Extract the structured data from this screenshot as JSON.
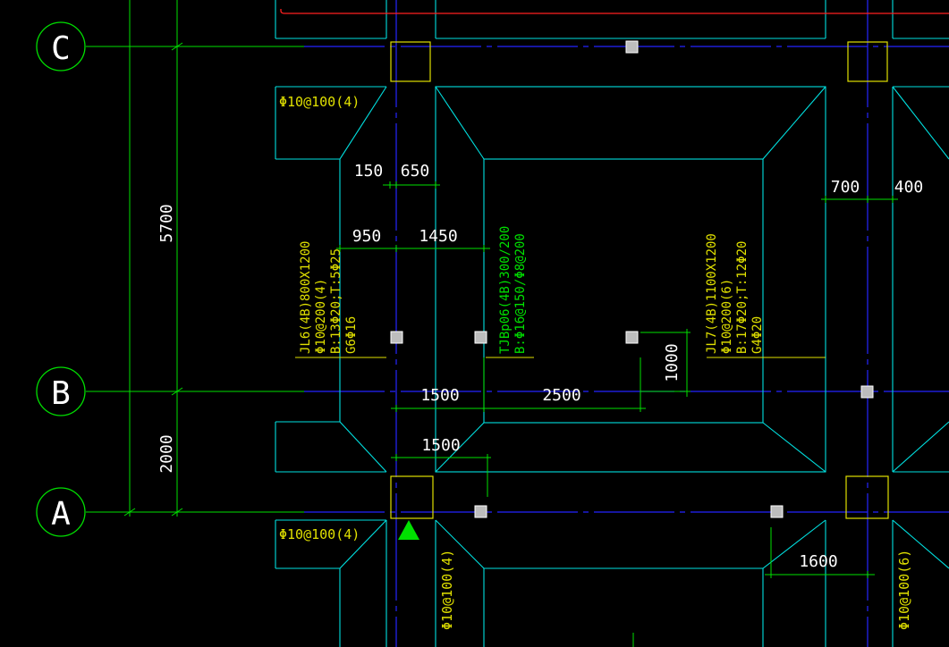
{
  "colors": {
    "background": "#000000",
    "axis": "#2424ff",
    "outline": "#00e0e0",
    "dimension": "#00e000",
    "annotation": "#e0e000",
    "grid_bubble": "#00e000",
    "marker": "#00e000",
    "cursor": "#ff2020",
    "node": "#bdbdbd"
  },
  "axes": {
    "A": "A",
    "B": "B",
    "C": "C"
  },
  "dims": {
    "d5700": "5700",
    "d2000": "2000",
    "d150": "150",
    "d650": "650",
    "d950": "950",
    "d1450": "1450",
    "d1500a": "1500",
    "d2500": "2500",
    "d1500b": "1500",
    "d1000": "1000",
    "d700": "700",
    "d400": "400",
    "d1600": "1600"
  },
  "labels": {
    "stirrup_top": "Φ10@100(4)",
    "stirrup_bottom": "Φ10@100(4)",
    "stirrup_vert_left": "Φ10@100(4)",
    "stirrup_vert_right": "Φ10@100(6)",
    "jl6": {
      "l1": "JL6(4B)800X1200",
      "l2": "Φ10@200(4)",
      "l3": "B:13Φ20;T:5Φ25",
      "l4": "G6Φ16"
    },
    "tjb": {
      "l1": "TJBp06(4B)300/200",
      "l2": "B:Φ16@150/Φ8@200"
    },
    "jl7": {
      "l1": "JL7(4B)1100X1200",
      "l2": "Φ10@200(6)",
      "l3": "B:17Φ20;T:12Φ20",
      "l4": "G4Φ20"
    }
  }
}
